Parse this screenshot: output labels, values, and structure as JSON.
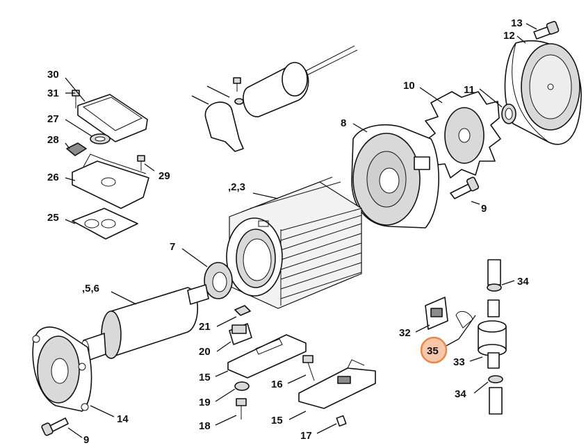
{
  "diagram": {
    "callouts": {
      "c13": "13",
      "c12": "12",
      "c30": "30",
      "c31": "31",
      "c27": "27",
      "c28": "28",
      "c29": "29",
      "c26": "26",
      "c25": "25",
      "c10": "10",
      "c11": "11",
      "c8": "8",
      "c23": ",2,3",
      "c9a": "9",
      "c7": "7",
      "c56": ",5,6",
      "c34a": "34",
      "c21": "21",
      "c20": "20",
      "c15a": "15",
      "c16": "16",
      "c19": "19",
      "c18": "18",
      "c15b": "15",
      "c17": "17",
      "c14": "14",
      "c9b": "9",
      "c32": "32",
      "c35": "35",
      "c33": "33",
      "c34b": "34"
    },
    "highlight_color": "#e8874a",
    "highlight_fill": "#f6c7a8"
  }
}
